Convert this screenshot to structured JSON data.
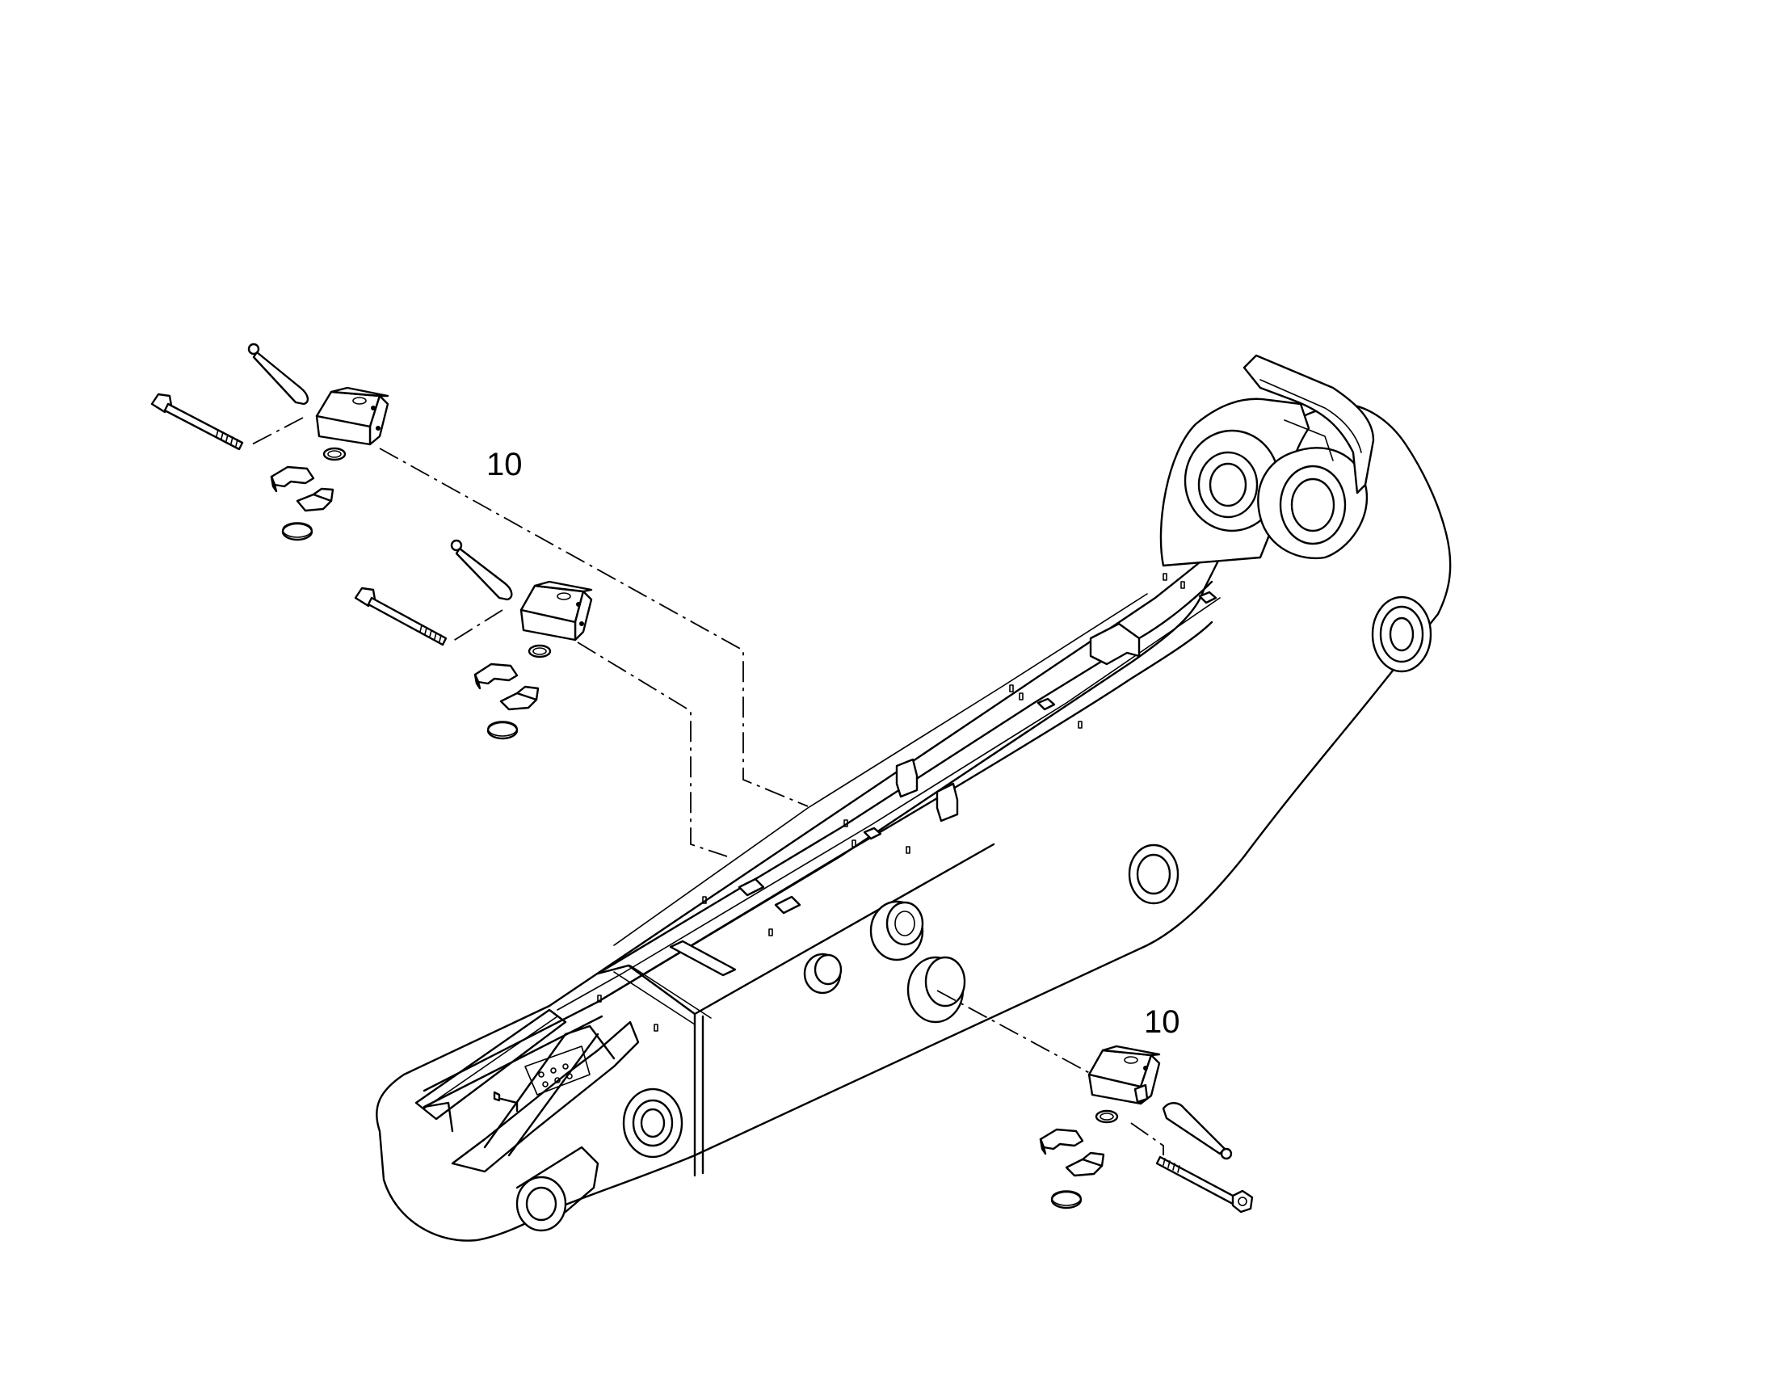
{
  "callouts": [
    {
      "id": "callout-upper",
      "text": "10"
    },
    {
      "id": "callout-middle-unused",
      "text": ""
    },
    {
      "id": "callout-lower",
      "text": "10"
    }
  ]
}
